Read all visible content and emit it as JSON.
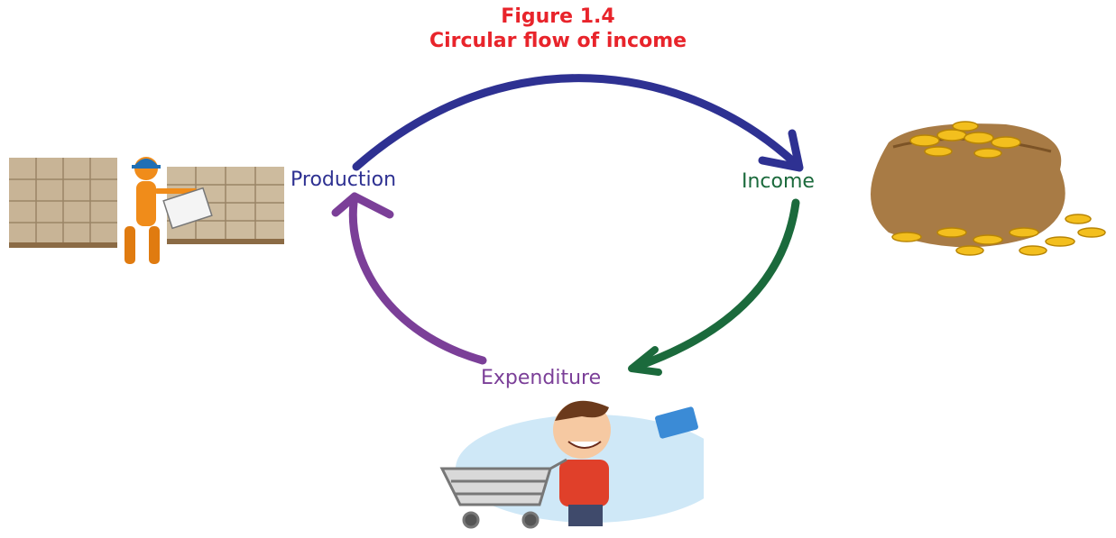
{
  "title": {
    "line1": "Figure 1.4",
    "line2": "Circular flow of income",
    "color": "#e8242b"
  },
  "nodes": {
    "production": {
      "label": "Production",
      "color": "#2e3192",
      "illustration": "warehouse-worker-illustration"
    },
    "income": {
      "label": "Income",
      "color": "#1b6a3c",
      "illustration": "coin-sack-illustration"
    },
    "expenditure": {
      "label": "Expenditure",
      "color": "#7b3f98",
      "illustration": "shopper-illustration"
    }
  },
  "flows": [
    {
      "from": "Production",
      "to": "Income",
      "color": "#2e3192"
    },
    {
      "from": "Income",
      "to": "Expenditure",
      "color": "#1b6a3c"
    },
    {
      "from": "Expenditure",
      "to": "Production",
      "color": "#7b3f98"
    }
  ]
}
